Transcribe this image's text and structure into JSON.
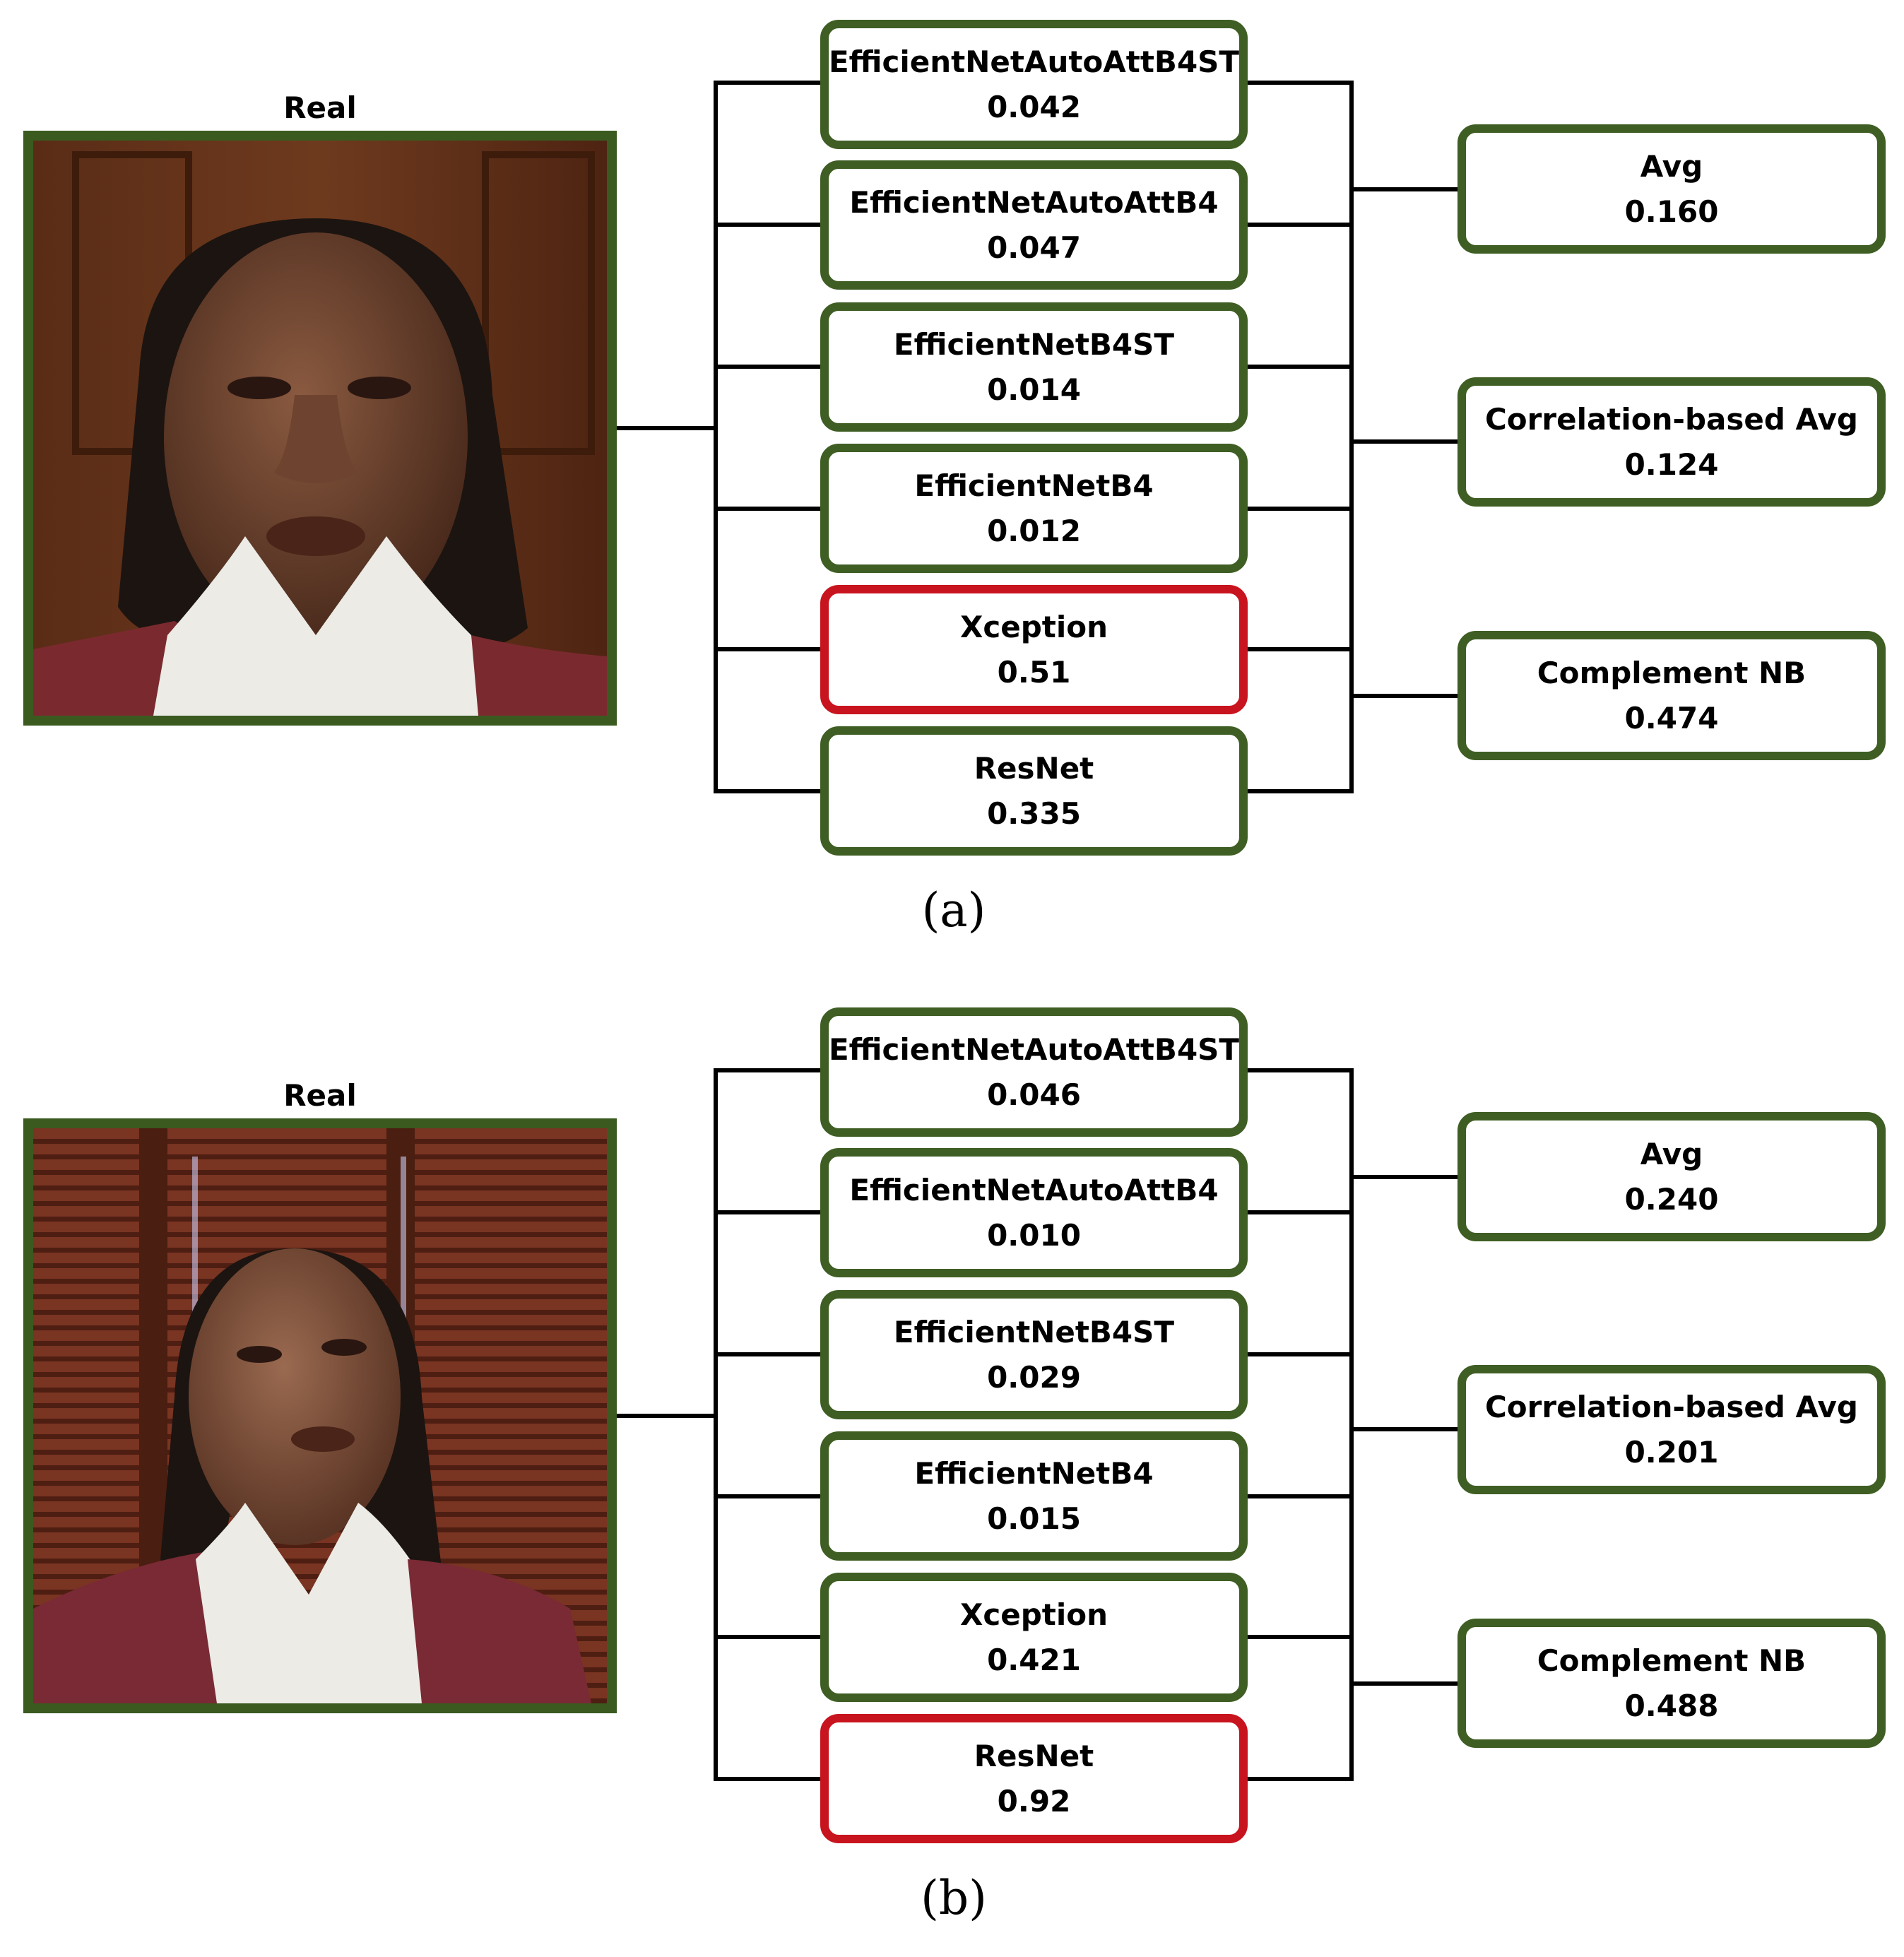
{
  "panels": [
    {
      "id": "a",
      "image_label": "Real",
      "caption": "(a)",
      "models": [
        {
          "name": "EfficientNetAutoAttB4ST",
          "score": "0.042",
          "status": "correct"
        },
        {
          "name": "EfficientNetAutoAttB4",
          "score": "0.047",
          "status": "correct"
        },
        {
          "name": "EfficientNetB4ST",
          "score": "0.014",
          "status": "correct"
        },
        {
          "name": "EfficientNetB4",
          "score": "0.012",
          "status": "correct"
        },
        {
          "name": "Xception",
          "score": "0.51",
          "status": "wrong"
        },
        {
          "name": "ResNet",
          "score": "0.335",
          "status": "correct"
        }
      ],
      "ensembles": [
        {
          "name": "Avg",
          "score": "0.160",
          "status": "correct"
        },
        {
          "name": "Correlation-based Avg",
          "score": "0.124",
          "status": "correct"
        },
        {
          "name": "Complement NB",
          "score": "0.474",
          "status": "correct"
        }
      ]
    },
    {
      "id": "b",
      "image_label": "Real",
      "caption": "(b)",
      "models": [
        {
          "name": "EfficientNetAutoAttB4ST",
          "score": "0.046",
          "status": "correct"
        },
        {
          "name": "EfficientNetAutoAttB4",
          "score": "0.010",
          "status": "correct"
        },
        {
          "name": "EfficientNetB4ST",
          "score": "0.029",
          "status": "correct"
        },
        {
          "name": "EfficientNetB4",
          "score": "0.015",
          "status": "correct"
        },
        {
          "name": "Xception",
          "score": "0.421",
          "status": "correct"
        },
        {
          "name": "ResNet",
          "score": "0.92",
          "status": "wrong"
        }
      ],
      "ensembles": [
        {
          "name": "Avg",
          "score": "0.240",
          "status": "correct"
        },
        {
          "name": "Correlation-based Avg",
          "score": "0.201",
          "status": "correct"
        },
        {
          "name": "Complement NB",
          "score": "0.488",
          "status": "correct"
        }
      ]
    }
  ],
  "colors": {
    "correct_border": "#3f5e24",
    "wrong_border": "#c8141e",
    "connector": "#000000"
  }
}
